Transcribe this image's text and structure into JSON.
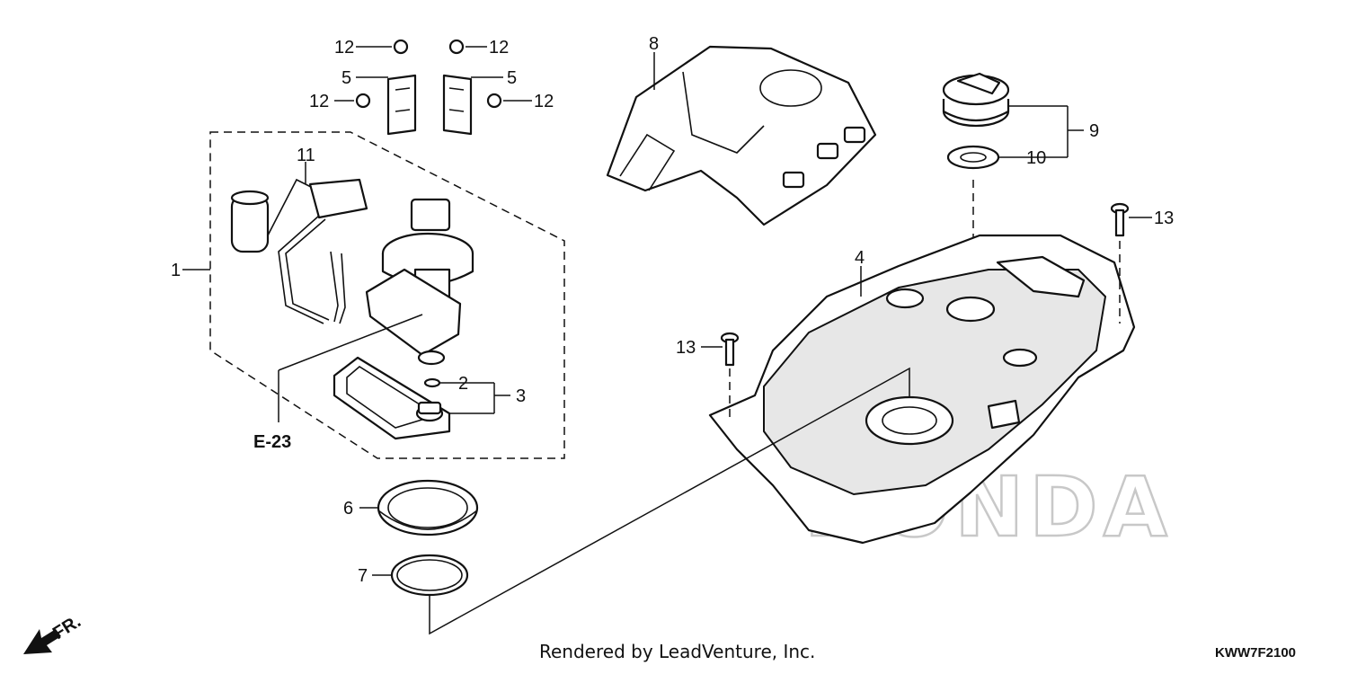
{
  "diagram": {
    "callouts": {
      "c1": "1",
      "c2": "2",
      "c3": "3",
      "c4": "4",
      "c5a": "5",
      "c5b": "5",
      "c6": "6",
      "c7": "7",
      "c8": "8",
      "c9": "9",
      "c10": "10",
      "c11": "11",
      "c12a": "12",
      "c12b": "12",
      "c12c": "12",
      "c12d": "12",
      "c13a": "13",
      "c13b": "13"
    },
    "reference": "E-23",
    "direction_label": "FR.",
    "watermark": "HONDA",
    "credit": "Rendered by LeadVenture, Inc.",
    "figure_code": "KWW7F2100"
  }
}
